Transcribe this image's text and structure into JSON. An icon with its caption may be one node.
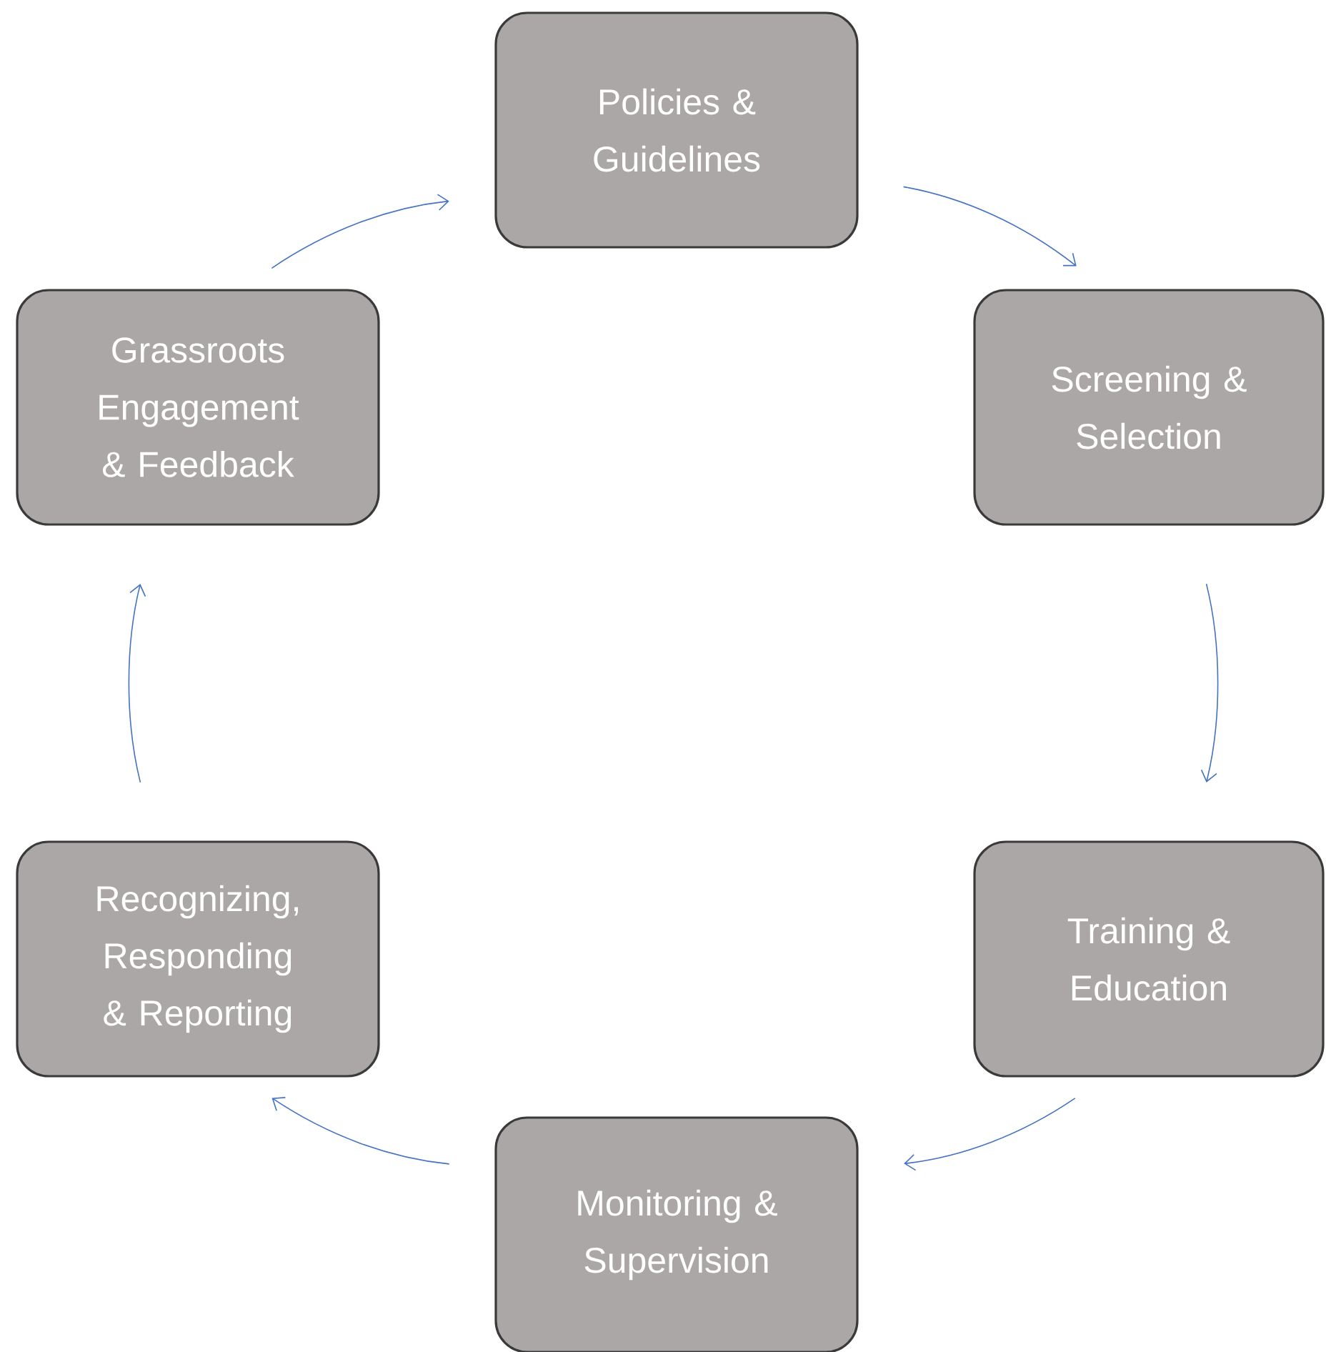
{
  "diagram": {
    "nodes": [
      {
        "text": [
          "Policies & Guidelines"
        ]
      },
      {
        "text": [
          "Screening & Selection"
        ]
      },
      {
        "text": [
          "Training & Education"
        ]
      },
      {
        "text": [
          "Monitoring & Supervision"
        ]
      },
      {
        "text": [
          "Recognizing, Responding & Reporting"
        ]
      },
      {
        "text": [
          "Grassroots Engagement & Feedback"
        ]
      }
    ],
    "edges": [
      {
        "from": 0,
        "to": 1,
        "arrow": "to"
      },
      {
        "from": 1,
        "to": 2,
        "arrow": "to"
      },
      {
        "from": 2,
        "to": 3,
        "arrow": "to"
      },
      {
        "from": 3,
        "to": 4,
        "arrow": "to"
      },
      {
        "from": 4,
        "to": 5,
        "arrow": "to"
      },
      {
        "from": 5,
        "to": 0,
        "arrow": "to"
      }
    ]
  }
}
